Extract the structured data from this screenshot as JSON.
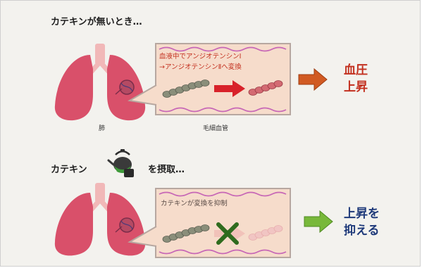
{
  "top": {
    "heading": "カテキンが無いとき…",
    "panel_line1": "血液中でアンジオテンシンⅠ",
    "panel_line2": "→アンジオテンシンⅡへ変換",
    "result_line1": "血圧",
    "result_line2": "上昇",
    "lung_label": "肺",
    "capillary_label": "毛細血管"
  },
  "bottom": {
    "heading_part1": "カテキン",
    "heading_part2": "を摂取…",
    "panel_line1": "カテキンが変換を抑制",
    "result_line1": "上昇を",
    "result_line2": "抑える"
  },
  "colors": {
    "lung": "#d9506a",
    "panel_bg": "#f6dccb",
    "arrow_orange": "#d15a22",
    "arrow_green": "#78b83a",
    "red_text": "#c3301f",
    "navy_text": "#1f3a7a",
    "x_mark": "#2f6b1e"
  }
}
